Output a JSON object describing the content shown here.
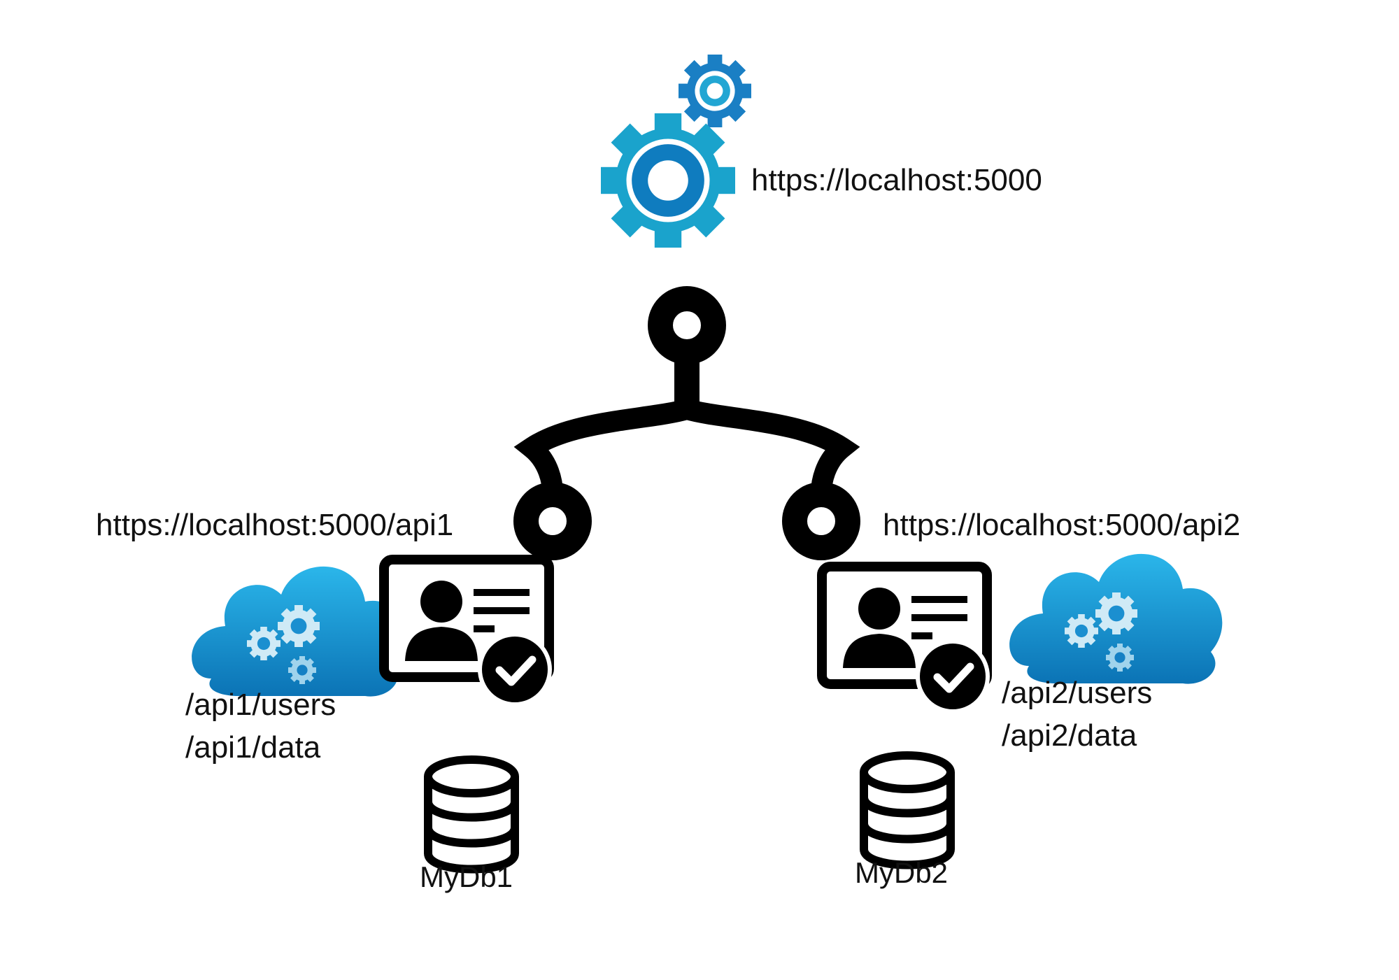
{
  "gateway": {
    "url": "https://localhost:5000",
    "icon": "gears-icon"
  },
  "router": {
    "icon": "branch-fork-icon"
  },
  "services": [
    {
      "url": "https://localhost:5000/api1",
      "routes": [
        "/api1/users",
        "/api1/data"
      ],
      "database": "MyDb1",
      "cloud_icon": "cloud-gears-icon",
      "identity_icon": "verified-id-card-icon",
      "db_icon": "database-icon"
    },
    {
      "url": "https://localhost:5000/api2",
      "routes": [
        "/api2/users",
        "/api2/data"
      ],
      "database": "MyDb2",
      "cloud_icon": "cloud-gears-icon",
      "identity_icon": "verified-id-card-icon",
      "db_icon": "database-icon"
    }
  ],
  "colors": {
    "gear_big": "#1aa3cc",
    "gear_big_inner": "#0f7cbf",
    "gear_small": "#1a7fc4",
    "gear_small_inner": "#22a6d3",
    "cloud_top": "#29b5e8",
    "cloud_bottom": "#0d77b8",
    "line": "#000000"
  }
}
